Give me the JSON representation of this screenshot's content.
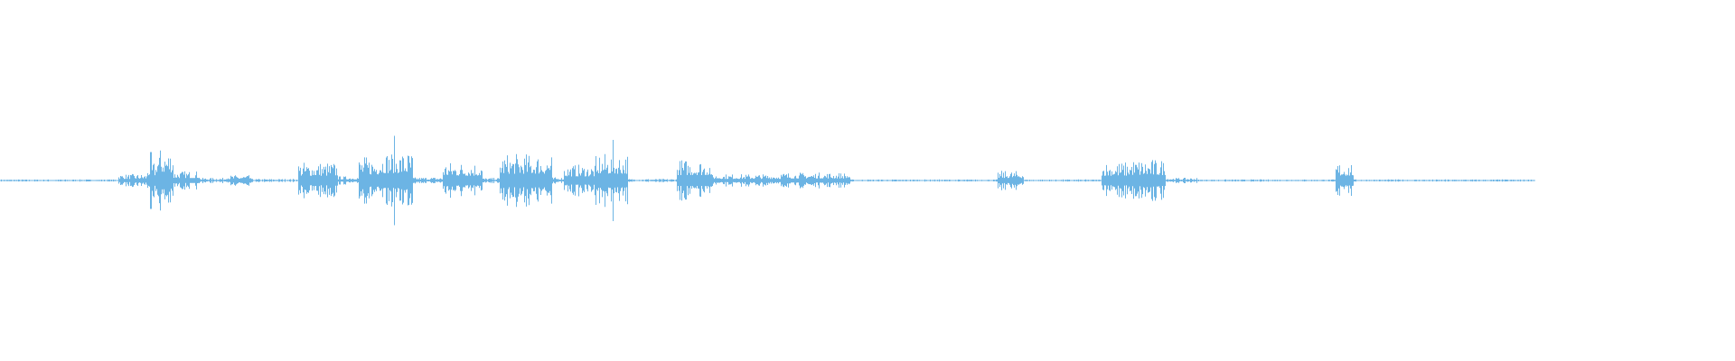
{
  "waveform": {
    "color": "#6cb4e4",
    "played_fraction": 0.0,
    "duration_fraction_drawn": 0.885,
    "segments": [
      {
        "start": 0.0,
        "end": 0.068,
        "amp": 0.02
      },
      {
        "start": 0.068,
        "end": 0.085,
        "amp": 0.12
      },
      {
        "start": 0.085,
        "end": 0.09,
        "amp": 0.35
      },
      {
        "start": 0.09,
        "end": 0.1,
        "amp": 0.6
      },
      {
        "start": 0.1,
        "end": 0.115,
        "amp": 0.18
      },
      {
        "start": 0.115,
        "end": 0.13,
        "amp": 0.05
      },
      {
        "start": 0.13,
        "end": 0.145,
        "amp": 0.1
      },
      {
        "start": 0.145,
        "end": 0.172,
        "amp": 0.03
      },
      {
        "start": 0.172,
        "end": 0.195,
        "amp": 0.35
      },
      {
        "start": 0.195,
        "end": 0.207,
        "amp": 0.08
      },
      {
        "start": 0.207,
        "end": 0.218,
        "amp": 0.45
      },
      {
        "start": 0.218,
        "end": 0.238,
        "amp": 0.55
      },
      {
        "start": 0.238,
        "end": 0.255,
        "amp": 0.06
      },
      {
        "start": 0.255,
        "end": 0.278,
        "amp": 0.35
      },
      {
        "start": 0.278,
        "end": 0.288,
        "amp": 0.05
      },
      {
        "start": 0.288,
        "end": 0.318,
        "amp": 0.5
      },
      {
        "start": 0.318,
        "end": 0.325,
        "amp": 0.06
      },
      {
        "start": 0.325,
        "end": 0.345,
        "amp": 0.3
      },
      {
        "start": 0.345,
        "end": 0.362,
        "amp": 0.5
      },
      {
        "start": 0.362,
        "end": 0.39,
        "amp": 0.03
      },
      {
        "start": 0.39,
        "end": 0.41,
        "amp": 0.4
      },
      {
        "start": 0.41,
        "end": 0.45,
        "amp": 0.12
      },
      {
        "start": 0.45,
        "end": 0.49,
        "amp": 0.15
      },
      {
        "start": 0.49,
        "end": 0.575,
        "amp": 0.02
      },
      {
        "start": 0.575,
        "end": 0.59,
        "amp": 0.18
      },
      {
        "start": 0.59,
        "end": 0.635,
        "amp": 0.02
      },
      {
        "start": 0.635,
        "end": 0.65,
        "amp": 0.35
      },
      {
        "start": 0.65,
        "end": 0.672,
        "amp": 0.4
      },
      {
        "start": 0.672,
        "end": 0.69,
        "amp": 0.05
      },
      {
        "start": 0.69,
        "end": 0.77,
        "amp": 0.02
      },
      {
        "start": 0.77,
        "end": 0.78,
        "amp": 0.35
      },
      {
        "start": 0.78,
        "end": 0.885,
        "amp": 0.02
      }
    ]
  }
}
